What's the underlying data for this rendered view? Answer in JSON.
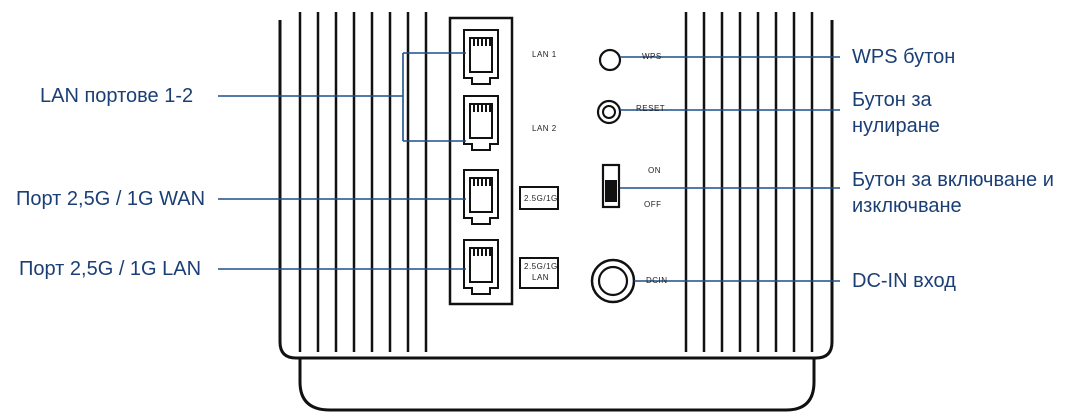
{
  "callouts": {
    "lan_ports": "LAN портове 1-2",
    "wan_port": "Порт 2,5G / 1G WAN",
    "lan_port_25g": "Порт 2,5G / 1G LAN",
    "wps_button": "WPS бутон",
    "reset_button_line1": "Бутон за",
    "reset_button_line2": "нулиране",
    "power_switch_line1": "Бутон за включване и",
    "power_switch_line2": "изключване",
    "dc_in": "DC-IN вход"
  },
  "device_labels": {
    "lan1": "LAN 1",
    "lan2": "LAN 2",
    "wan_badge": "2.5G/1G",
    "lan_badge_line1": "2.5G/1G",
    "lan_badge_line2": "LAN",
    "wps": "WPS",
    "reset": "RESET",
    "on": "ON",
    "off": "OFF",
    "dcin": "DCIN"
  },
  "colors": {
    "callout_text": "#1b3f75",
    "leader_line": "#1f4e8c",
    "device_stroke": "#111111"
  }
}
